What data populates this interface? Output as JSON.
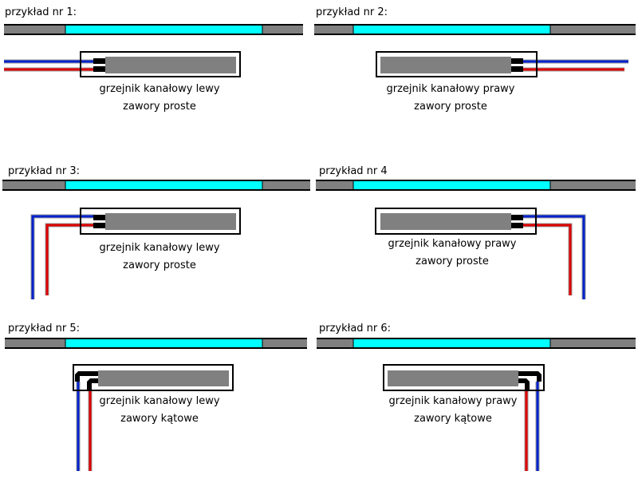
{
  "colors": {
    "duct_gray": "#808080",
    "heater_cyan": "#00ffff",
    "outline": "#000000",
    "pipe_blue": "#0022cc",
    "pipe_red": "#dd0000",
    "pipe_shadow": "#9a9a9a",
    "valve_black": "#000000",
    "heater_body": "#808080"
  },
  "examples": [
    {
      "title": "przykład nr 1:",
      "caption_line1": "grzejnik kanałowy lewy",
      "caption_line2": "zawory proste",
      "side": "left",
      "valve": "straight",
      "pipe_route": "horizontal"
    },
    {
      "title": "przykład nr 2:",
      "caption_line1": "grzejnik kanałowy prawy",
      "caption_line2": "zawory proste",
      "side": "right",
      "valve": "straight",
      "pipe_route": "horizontal"
    },
    {
      "title": "przykład nr 3:",
      "caption_line1": "grzejnik kanałowy lewy",
      "caption_line2": "zawory proste",
      "side": "left",
      "valve": "straight",
      "pipe_route": "down"
    },
    {
      "title": "przykład nr 4",
      "caption_line1": "grzejnik kanałowy prawy",
      "caption_line2": "zawory proste",
      "side": "right",
      "valve": "straight",
      "pipe_route": "down"
    },
    {
      "title": "przykład nr 5:",
      "caption_line1": "grzejnik kanałowy lewy",
      "caption_line2": "zawory kątowe",
      "side": "left",
      "valve": "angle",
      "pipe_route": "down"
    },
    {
      "title": "przykład nr 6:",
      "caption_line1": "grzejnik kanałowy prawy",
      "caption_line2": "zawory kątowe",
      "side": "right",
      "valve": "angle",
      "pipe_route": "down"
    }
  ]
}
